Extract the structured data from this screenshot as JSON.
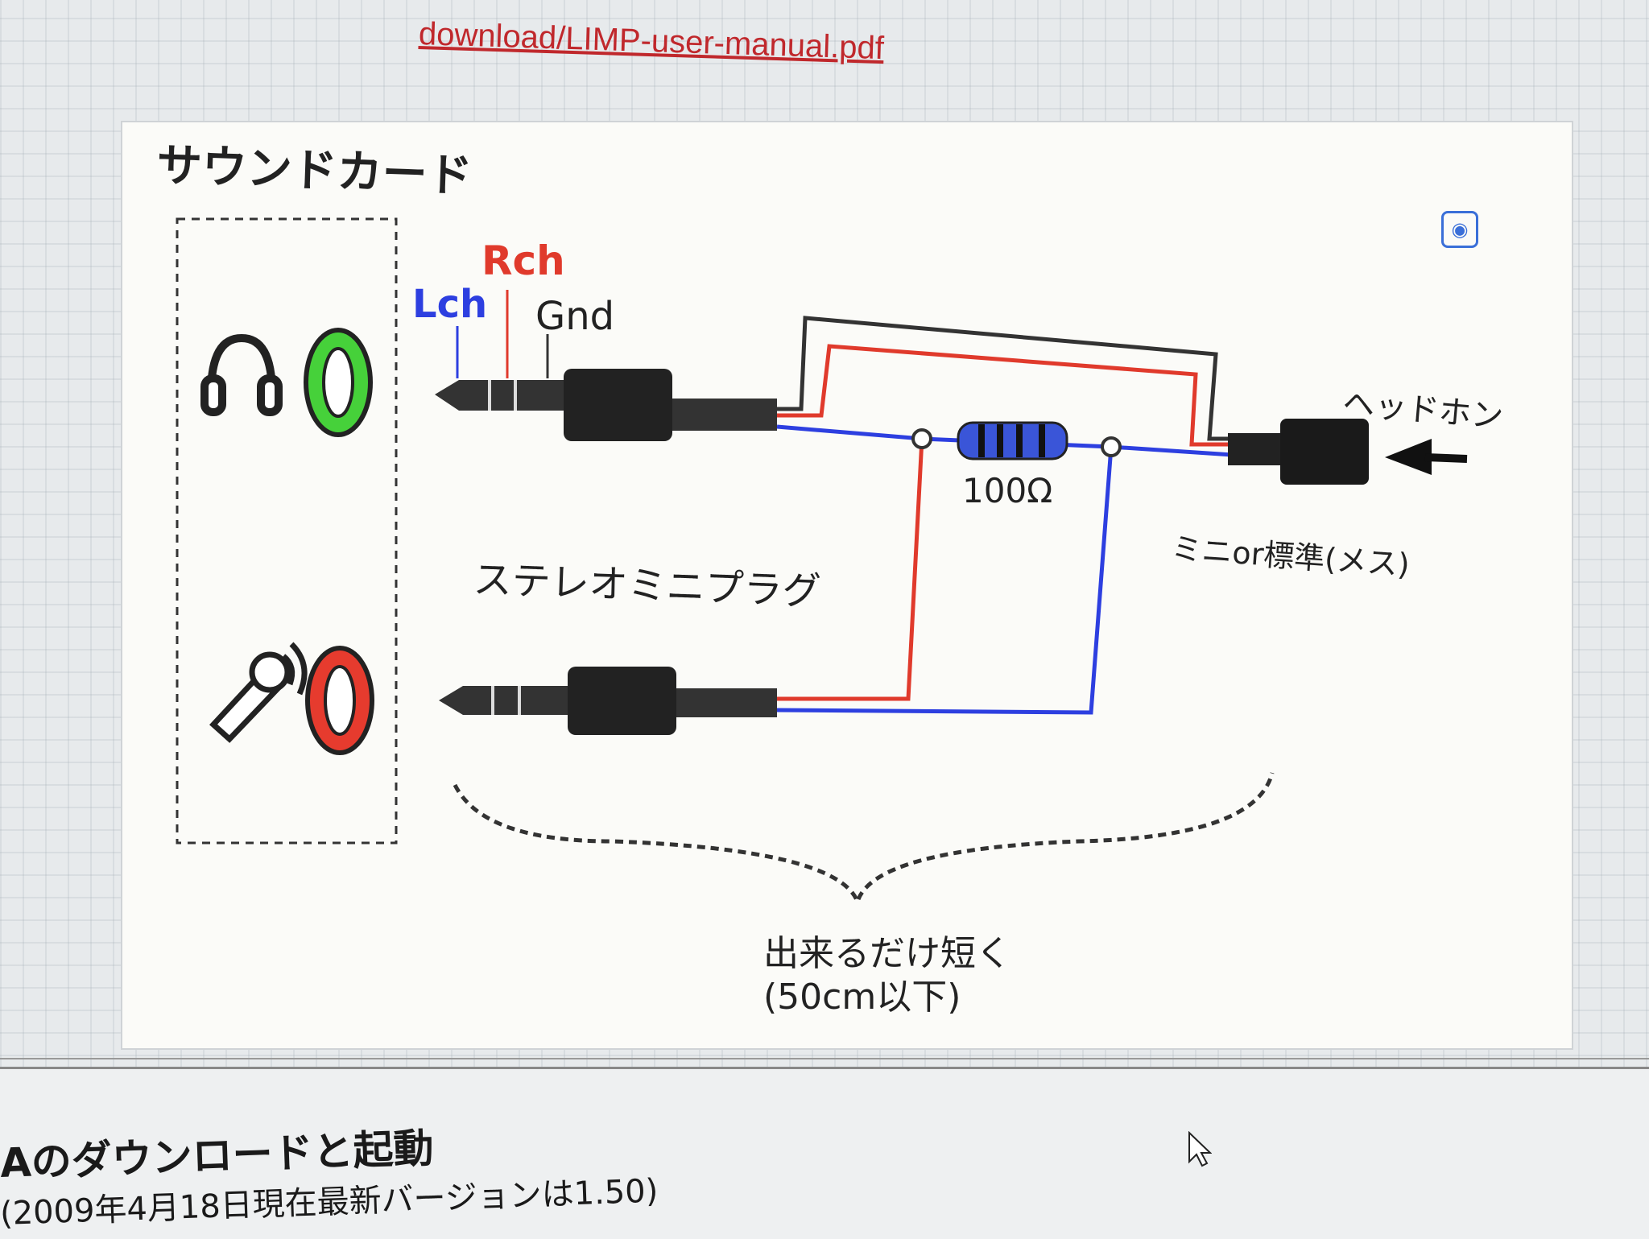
{
  "top_link": {
    "text": "download/LIMP-user-manual.pdf"
  },
  "figure": {
    "title": "サウンドカード",
    "labels": {
      "rch": "Rch",
      "lch": "Lch",
      "gnd": "Gnd",
      "resistor": "100Ω",
      "plug": "ステレオミニプラグ",
      "headphone": "ヘッドホン",
      "jack": "ミニor標準(メス)",
      "short_line1": "出来るだけ短く",
      "short_line2": "(50cm以下)"
    },
    "icons": [
      "headphone-icon",
      "microphone-icon",
      "lens-icon"
    ],
    "colors": {
      "red": "#e03a2c",
      "blue": "#2d3fe0",
      "black": "#333333",
      "green": "#46d13a"
    }
  },
  "section": {
    "heading": "Aのダウンロードと起動",
    "text": "(2009年4月18日現在最新バージョンは1.50)"
  }
}
